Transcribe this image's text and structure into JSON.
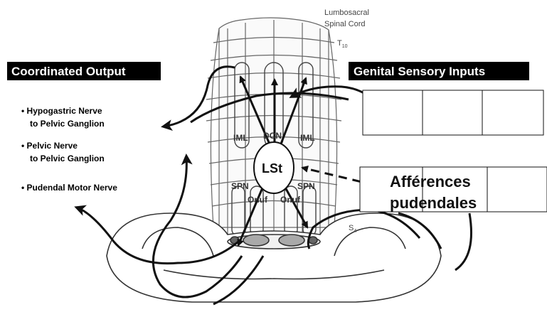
{
  "header": {
    "cord_label_line1": "Lumbosacral",
    "cord_label_line2": "Spinal Cord",
    "t10_label": "T",
    "t10_sub": "10"
  },
  "left_panel": {
    "title": "Coordinated Output",
    "items": [
      {
        "line1": "• Hypogastric Nerve",
        "line2": "to Pelvic Ganglion"
      },
      {
        "line1": "• Pelvic Nerve",
        "line2": "to Pelvic Ganglion"
      },
      {
        "line1": "• Pudendal Motor Nerve",
        "line2": ""
      }
    ]
  },
  "right_panel": {
    "title": "Genital Sensory Inputs",
    "overlay_label_line1": "Afférences",
    "overlay_label_line2": "pudendales"
  },
  "cord_regions": {
    "iml_left": "IML",
    "dcn": "DCN",
    "iml_right": "IML",
    "lst": "LSt",
    "spn_left": "SPN",
    "spn_right": "SPN",
    "onuf_left": "Onuf",
    "onuf_right": "Onuf",
    "s4_label": "S",
    "s4_sub": "4"
  },
  "colors": {
    "title_bg": "#000000",
    "title_text": "#ffffff",
    "line": "#111111",
    "cord_stroke": "#555555",
    "onuf_fill": "#a9a9a9"
  }
}
